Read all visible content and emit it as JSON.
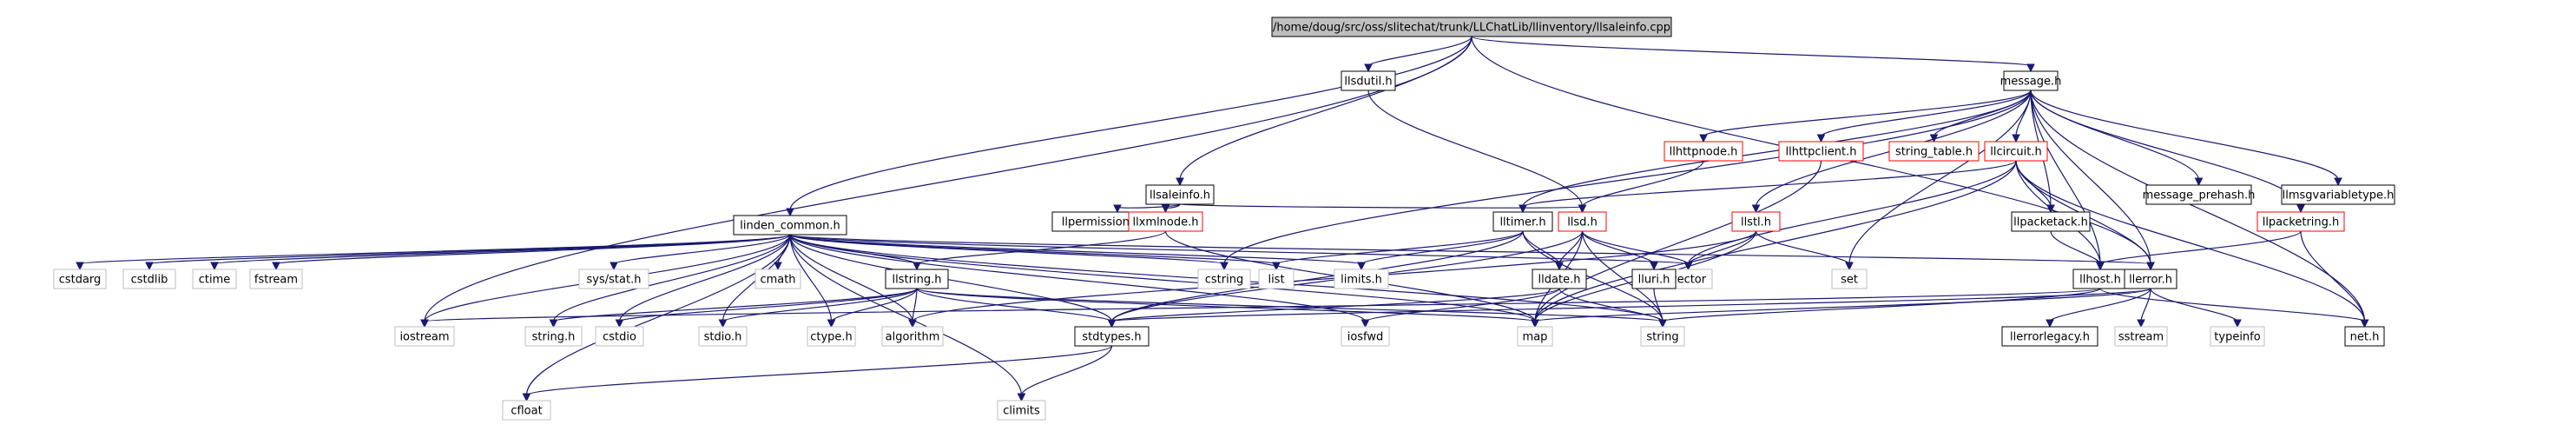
{
  "diagram": {
    "title": "/home/doug/src/oss/slitechat/trunk/LLChatLib/llinventory/llsaleinfo.cpp",
    "colors": {
      "root_fill": "#bfbfbf",
      "header_border": "#000000",
      "partial_border": "#ff0000",
      "system_border": "#bfbfbf",
      "edge": "#191970",
      "edge_dark": "#8b1a1a"
    },
    "nodes": [
      {
        "id": "root",
        "label": "/home/doug/src/oss/slitechat/trunk/LLChatLib/llinventory/llsaleinfo.cpp",
        "kind": "root"
      },
      {
        "id": "llsdutil",
        "label": "llsdutil.h",
        "kind": "header"
      },
      {
        "id": "message",
        "label": "message.h",
        "kind": "header"
      },
      {
        "id": "llsaleinfo",
        "label": "llsaleinfo.h",
        "kind": "header"
      },
      {
        "id": "llhttpnode",
        "label": "llhttpnode.h",
        "kind": "partial"
      },
      {
        "id": "llhttpclient",
        "label": "llhttpclient.h",
        "kind": "partial"
      },
      {
        "id": "string_table",
        "label": "string_table.h",
        "kind": "partial"
      },
      {
        "id": "llcircuit",
        "label": "llcircuit.h",
        "kind": "partial"
      },
      {
        "id": "message_prehash",
        "label": "message_prehash.h",
        "kind": "header"
      },
      {
        "id": "llmsgvariabletype",
        "label": "llmsgvariabletype.h",
        "kind": "header"
      },
      {
        "id": "linden_common",
        "label": "linden_common.h",
        "kind": "header"
      },
      {
        "id": "llpermissionsflags",
        "label": "llpermissionsflags.h",
        "kind": "header"
      },
      {
        "id": "llxmlnode",
        "label": "llxmlnode.h",
        "kind": "partial"
      },
      {
        "id": "lltimer",
        "label": "lltimer.h",
        "kind": "header"
      },
      {
        "id": "llsd",
        "label": "llsd.h",
        "kind": "partial"
      },
      {
        "id": "llstl",
        "label": "llstl.h",
        "kind": "partial"
      },
      {
        "id": "llpacketack",
        "label": "llpacketack.h",
        "kind": "header"
      },
      {
        "id": "llpacketring",
        "label": "llpacketring.h",
        "kind": "partial"
      },
      {
        "id": "cstdarg",
        "label": "cstdarg",
        "kind": "system"
      },
      {
        "id": "cstdlib",
        "label": "cstdlib",
        "kind": "system"
      },
      {
        "id": "ctime",
        "label": "ctime",
        "kind": "system"
      },
      {
        "id": "fstream",
        "label": "fstream",
        "kind": "system"
      },
      {
        "id": "sysstat",
        "label": "sys/stat.h",
        "kind": "system"
      },
      {
        "id": "cmath",
        "label": "cmath",
        "kind": "system"
      },
      {
        "id": "llstring",
        "label": "llstring.h",
        "kind": "header"
      },
      {
        "id": "cstring",
        "label": "cstring",
        "kind": "system"
      },
      {
        "id": "list",
        "label": "list",
        "kind": "system"
      },
      {
        "id": "limits",
        "label": "limits.h",
        "kind": "system"
      },
      {
        "id": "vector",
        "label": "vector",
        "kind": "system"
      },
      {
        "id": "set",
        "label": "set",
        "kind": "system"
      },
      {
        "id": "llhost",
        "label": "llhost.h",
        "kind": "header"
      },
      {
        "id": "llerror",
        "label": "llerror.h",
        "kind": "header"
      },
      {
        "id": "lldate",
        "label": "lldate.h",
        "kind": "header"
      },
      {
        "id": "lluri",
        "label": "lluri.h",
        "kind": "header"
      },
      {
        "id": "iostream",
        "label": "iostream",
        "kind": "system"
      },
      {
        "id": "stringh",
        "label": "string.h",
        "kind": "system"
      },
      {
        "id": "cstdio",
        "label": "cstdio",
        "kind": "system"
      },
      {
        "id": "stdio",
        "label": "stdio.h",
        "kind": "system"
      },
      {
        "id": "ctype",
        "label": "ctype.h",
        "kind": "system"
      },
      {
        "id": "algorithm",
        "label": "algorithm",
        "kind": "system"
      },
      {
        "id": "stdtypes",
        "label": "stdtypes.h",
        "kind": "header"
      },
      {
        "id": "iosfwd",
        "label": "iosfwd",
        "kind": "system"
      },
      {
        "id": "map",
        "label": "map",
        "kind": "system"
      },
      {
        "id": "string",
        "label": "string",
        "kind": "system"
      },
      {
        "id": "llerrorlegacy",
        "label": "llerrorlegacy.h",
        "kind": "header"
      },
      {
        "id": "sstream",
        "label": "sstream",
        "kind": "system"
      },
      {
        "id": "typeinfo",
        "label": "typeinfo",
        "kind": "system"
      },
      {
        "id": "net",
        "label": "net.h",
        "kind": "header"
      },
      {
        "id": "cfloat",
        "label": "cfloat",
        "kind": "system"
      },
      {
        "id": "climits",
        "label": "climits",
        "kind": "system"
      }
    ],
    "edges": [
      [
        "root",
        "llsdutil"
      ],
      [
        "root",
        "message"
      ],
      [
        "root",
        "llsaleinfo"
      ],
      [
        "root",
        "linden_common"
      ],
      [
        "root",
        "iostream"
      ],
      [
        "root",
        "llerror"
      ],
      [
        "llsdutil",
        "llsd"
      ],
      [
        "message",
        "llhttpnode"
      ],
      [
        "message",
        "llhttpclient"
      ],
      [
        "message",
        "string_table"
      ],
      [
        "message",
        "llcircuit"
      ],
      [
        "message",
        "message_prehash"
      ],
      [
        "message",
        "llmsgvariabletype"
      ],
      [
        "message",
        "lltimer"
      ],
      [
        "message",
        "llstl"
      ],
      [
        "message",
        "llpacketack"
      ],
      [
        "message",
        "llpacketring"
      ],
      [
        "message",
        "cstring"
      ],
      [
        "message",
        "set"
      ],
      [
        "message",
        "llhost"
      ],
      [
        "message",
        "llerror"
      ],
      [
        "message",
        "net"
      ],
      [
        "llsaleinfo",
        "llpermissionsflags"
      ],
      [
        "llsaleinfo",
        "llxmlnode"
      ],
      [
        "llsaleinfo",
        "llsd"
      ],
      [
        "llhttpnode",
        "llsd"
      ],
      [
        "llhttpclient",
        "map"
      ],
      [
        "llcircuit",
        "lltimer"
      ],
      [
        "llcircuit",
        "llpacketack"
      ],
      [
        "llcircuit",
        "vector"
      ],
      [
        "llcircuit",
        "llhost"
      ],
      [
        "llcircuit",
        "llerror"
      ],
      [
        "llcircuit",
        "net"
      ],
      [
        "llcircuit",
        "map"
      ],
      [
        "linden_common",
        "cstdarg"
      ],
      [
        "linden_common",
        "cstdlib"
      ],
      [
        "linden_common",
        "ctime"
      ],
      [
        "linden_common",
        "fstream"
      ],
      [
        "linden_common",
        "sysstat"
      ],
      [
        "linden_common",
        "cmath"
      ],
      [
        "linden_common",
        "llstring"
      ],
      [
        "linden_common",
        "cstring"
      ],
      [
        "linden_common",
        "list"
      ],
      [
        "linden_common",
        "limits"
      ],
      [
        "linden_common",
        "vector"
      ],
      [
        "linden_common",
        "llerror"
      ],
      [
        "linden_common",
        "iostream"
      ],
      [
        "linden_common",
        "stringh"
      ],
      [
        "linden_common",
        "cstdio"
      ],
      [
        "linden_common",
        "stdio"
      ],
      [
        "linden_common",
        "ctype"
      ],
      [
        "linden_common",
        "algorithm"
      ],
      [
        "linden_common",
        "stdtypes"
      ],
      [
        "linden_common",
        "iosfwd"
      ],
      [
        "linden_common",
        "map"
      ],
      [
        "linden_common",
        "string"
      ],
      [
        "linden_common",
        "cfloat"
      ],
      [
        "linden_common",
        "climits"
      ],
      [
        "llxmlnode",
        "llstring"
      ],
      [
        "llxmlnode",
        "map"
      ],
      [
        "lltimer",
        "list"
      ],
      [
        "lltimer",
        "limits"
      ],
      [
        "lltimer",
        "lldate"
      ],
      [
        "lltimer",
        "string"
      ],
      [
        "lltimer",
        "stdtypes"
      ],
      [
        "llsd",
        "lldate"
      ],
      [
        "llsd",
        "lluri"
      ],
      [
        "llsd",
        "map"
      ],
      [
        "llsd",
        "string"
      ],
      [
        "llsd",
        "vector"
      ],
      [
        "llsd",
        "stdtypes"
      ],
      [
        "llstl",
        "vector"
      ],
      [
        "llstl",
        "set"
      ],
      [
        "llstl",
        "map"
      ],
      [
        "llstl",
        "algorithm"
      ],
      [
        "llpacketack",
        "llhost"
      ],
      [
        "llpacketring",
        "llhost"
      ],
      [
        "llpacketring",
        "net"
      ],
      [
        "llstring",
        "stringh"
      ],
      [
        "llstring",
        "cstdio"
      ],
      [
        "llstring",
        "stdio"
      ],
      [
        "llstring",
        "ctype"
      ],
      [
        "llstring",
        "algorithm"
      ],
      [
        "llstring",
        "stdtypes"
      ],
      [
        "llstring",
        "map"
      ],
      [
        "llstring",
        "string"
      ],
      [
        "llhost",
        "iostream"
      ],
      [
        "llhost",
        "string"
      ],
      [
        "llhost",
        "net"
      ],
      [
        "llerror",
        "llerrorlegacy"
      ],
      [
        "llerror",
        "sstream"
      ],
      [
        "llerror",
        "typeinfo"
      ],
      [
        "llerror",
        "map"
      ],
      [
        "llerror",
        "stdtypes"
      ],
      [
        "lldate",
        "iosfwd"
      ],
      [
        "lldate",
        "string"
      ],
      [
        "lldate",
        "stdtypes"
      ],
      [
        "lluri",
        "string"
      ],
      [
        "stdtypes",
        "cfloat"
      ],
      [
        "stdtypes",
        "climits"
      ]
    ]
  }
}
